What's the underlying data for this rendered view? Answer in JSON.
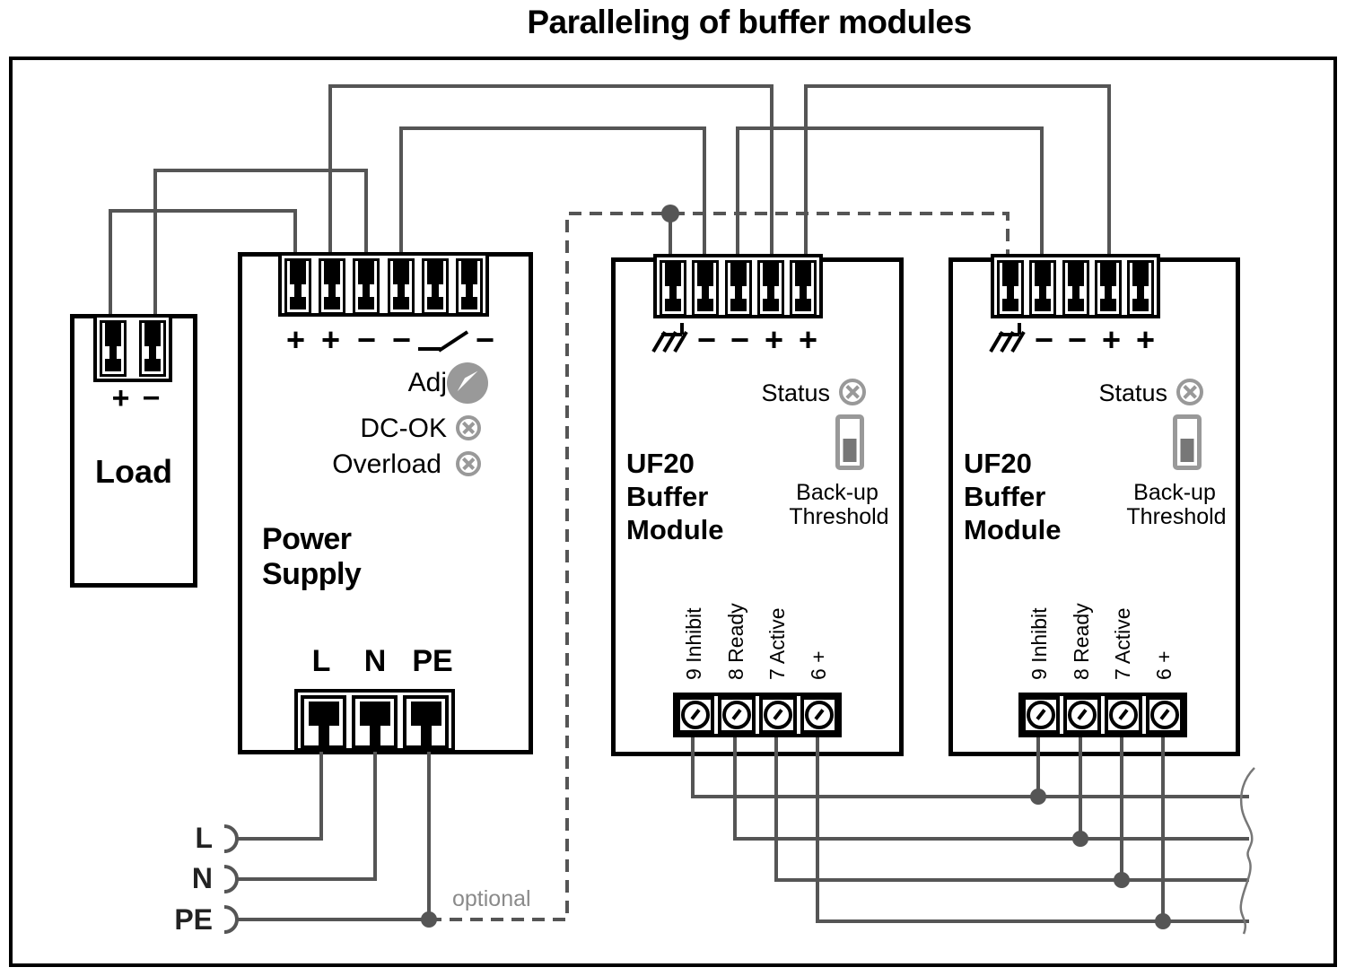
{
  "title": "Paralleling of buffer modules",
  "load": {
    "name": "Load",
    "terminal_labels": [
      "+",
      "−"
    ]
  },
  "power_supply": {
    "name_lines": [
      "Power",
      "Supply"
    ],
    "output_terminal_labels": [
      "+",
      "+",
      "−",
      "−",
      "−"
    ],
    "adj_label": "Adj",
    "dc_ok_label": "DC-OK",
    "overload_label": "Overload",
    "input_terminal_labels": [
      "L",
      "N",
      "PE"
    ]
  },
  "modules": [
    {
      "name_lines": [
        "UF20",
        "Buffer",
        "Module"
      ],
      "top_terminal_labels": [
        "−",
        "−",
        "+",
        "+"
      ],
      "status_label": "Status",
      "threshold_label_lines": [
        "Back-up",
        "Threshold"
      ],
      "signal_terminal_labels": [
        "9 Inhibit",
        "8 Ready",
        "7 Active",
        "6 +"
      ]
    },
    {
      "name_lines": [
        "UF20",
        "Buffer",
        "Module"
      ],
      "top_terminal_labels": [
        "−",
        "−",
        "+",
        "+"
      ],
      "status_label": "Status",
      "threshold_label_lines": [
        "Back-up",
        "Threshold"
      ],
      "signal_terminal_labels": [
        "9 Inhibit",
        "8 Ready",
        "7 Active",
        "6 +"
      ]
    }
  ],
  "mains_inputs": {
    "l": "L",
    "n": "N",
    "pe": "PE",
    "optional_label": "optional"
  },
  "colors": {
    "wire": "#555555",
    "indicator_gray": "#999999",
    "optional_text": "#8a8a8a",
    "line_black": "#000000",
    "background": "#ffffff"
  }
}
